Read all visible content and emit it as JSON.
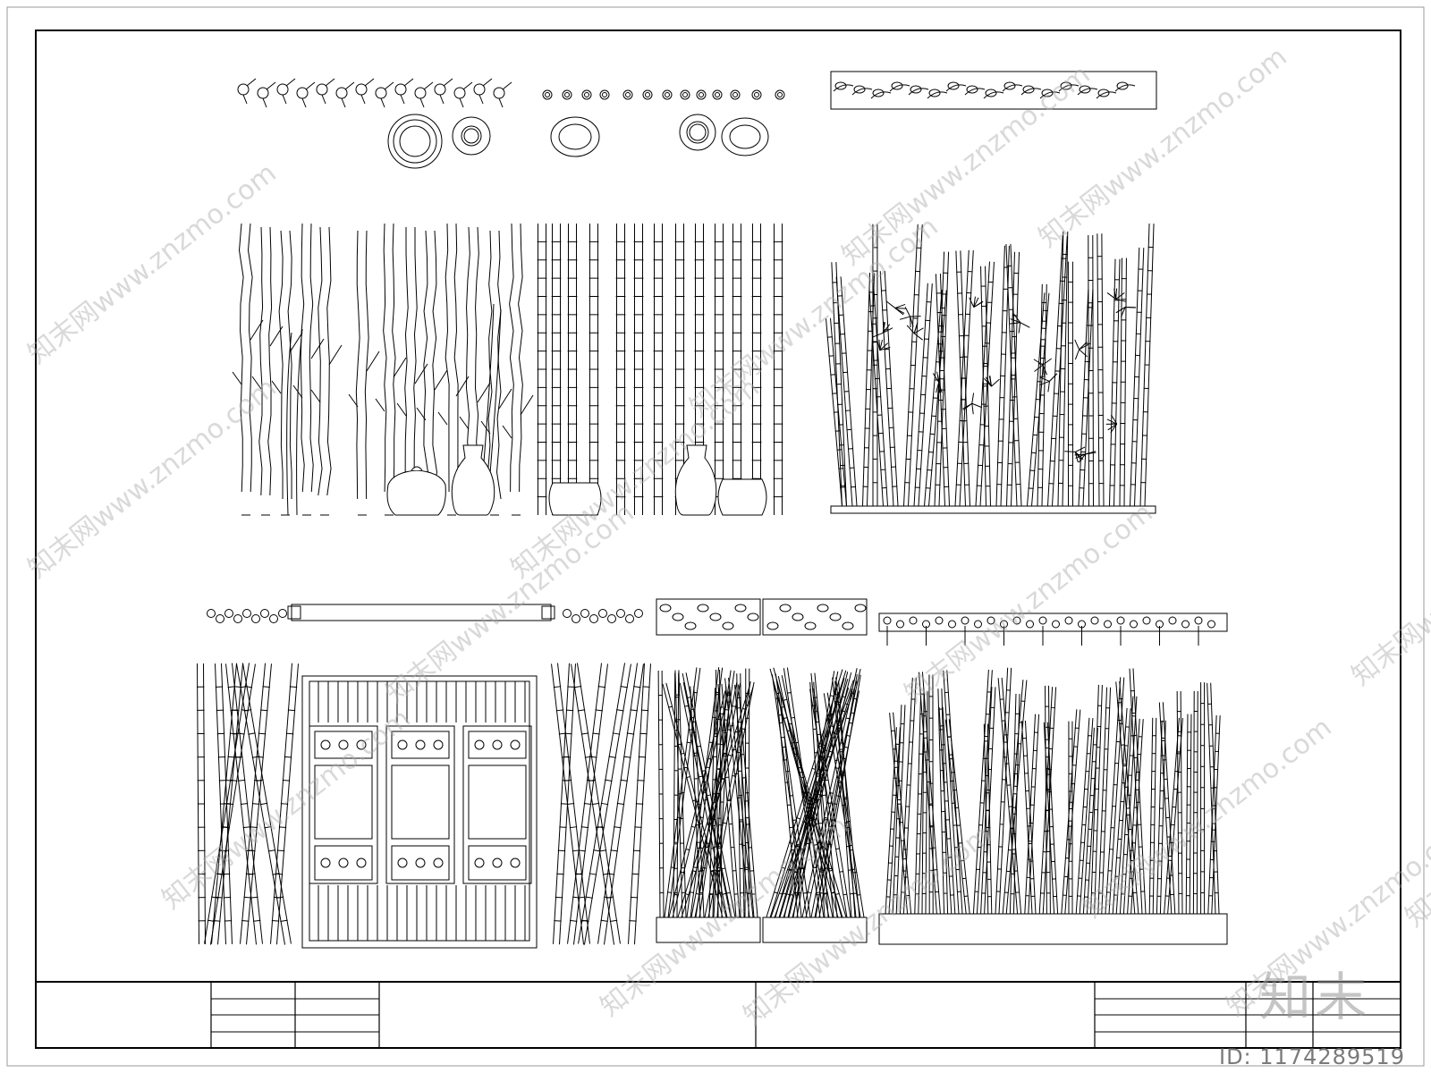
{
  "drawing": {
    "watermark_text": "知末网www.znzmo.com",
    "brand_logo": "知末",
    "sheet_id": "ID: 1174289519"
  },
  "groups": [
    {
      "name": "branch-poles",
      "stems": 16
    },
    {
      "name": "bamboo-rods-with-vases",
      "stems": 15
    },
    {
      "name": "leafy-bamboo-screen",
      "stems": 30
    },
    {
      "name": "bamboo-and-lattice-screen",
      "stems": 14
    },
    {
      "name": "planter-bamboo-screen",
      "stems": 44
    },
    {
      "name": "long-planter-bamboo-screen",
      "stems": 46
    }
  ]
}
